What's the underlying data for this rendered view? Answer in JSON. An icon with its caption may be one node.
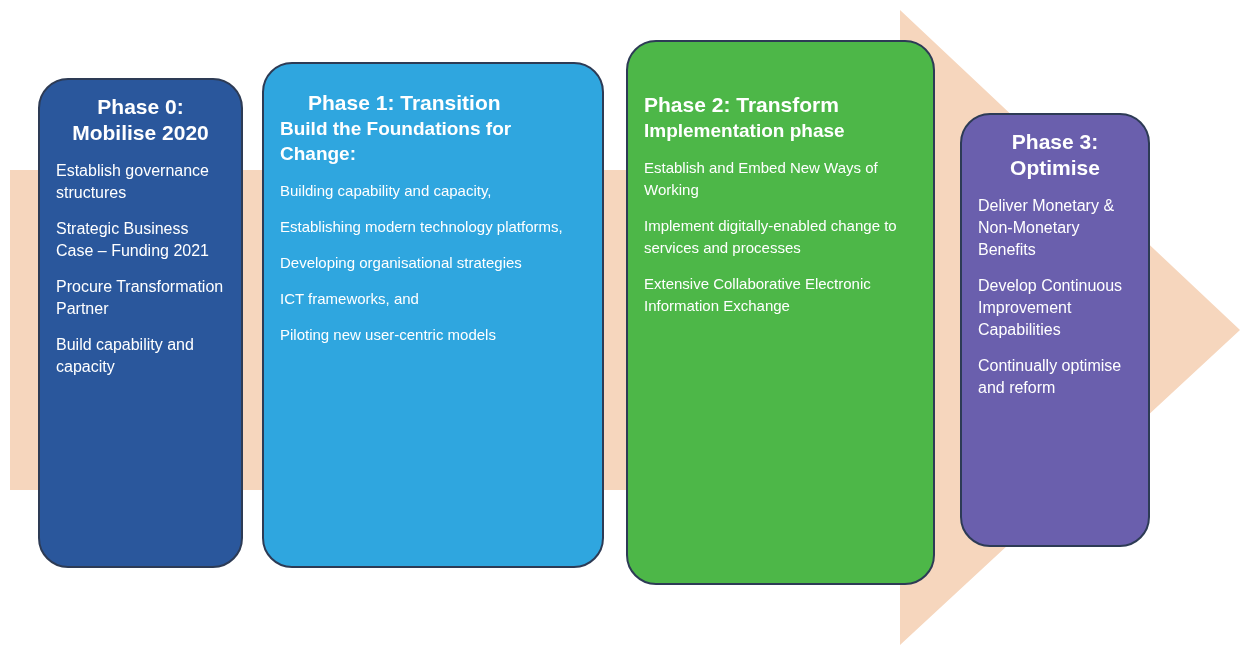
{
  "diagram": {
    "nodes": [
      {
        "text": [
          "Phase 0: Mobilise 2020",
          "Establish governance structures",
          "Strategic Business Case – Funding 2021",
          "Procure Transformation Partner",
          "Build capability and capacity"
        ]
      },
      {
        "text": [
          "Phase 1: Transition",
          "Build the Foundations for Change:",
          "Building capability and capacity,",
          "Establishing modern technology platforms,",
          "Developing organisational strategies",
          "ICT frameworks, and",
          "Piloting new user-centric models"
        ]
      },
      {
        "text": [
          "Phase 2: Transform",
          "Implementation phase",
          "Establish and Embed New Ways of Working",
          "Implement digitally-enabled change to services and processes",
          "Extensive Collaborative Electronic Information Exchange"
        ]
      },
      {
        "text": [
          "Phase 3: Optimise",
          "Deliver Monetary & Non-Monetary Benefits",
          "Develop Continuous Improvement Capabilities",
          "Continually optimise and reform"
        ]
      }
    ]
  }
}
